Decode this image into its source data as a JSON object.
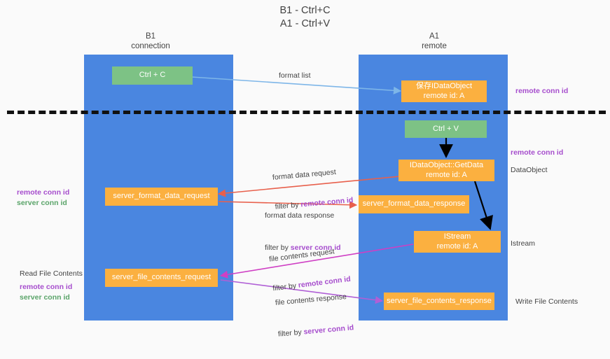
{
  "title": "B1 - Ctrl+C\nA1 - Ctrl+V",
  "columns": {
    "left": "B1\nconnection",
    "right": "A1\nremote"
  },
  "colors": {
    "lane": "#4a86e0",
    "green_node": "#7dc285",
    "orange_node": "#fbb040",
    "purple_text": "#a64dcd",
    "green_text": "#5aa469",
    "arrow_blue": "#7eb6e8",
    "arrow_red": "#e8604c",
    "arrow_magenta": "#cf3fc4",
    "arrow_purple": "#b05fd6",
    "arrow_black": "#000000",
    "divider": "#111111"
  },
  "nodes": {
    "ctrl_c": "Ctrl + C",
    "save_dataobject": "保存IDataObject\nremote id: A",
    "ctrl_v": "Ctrl + V",
    "getdata": "IDataObject::GetData\nremote id: A",
    "server_format_data_request": "server_format_data_request",
    "server_format_data_response": "server_format_data_response",
    "istream": "IStream\nremote id: A",
    "server_file_contents_request": "server_file_contents_request",
    "server_file_contents_response": "server_file_contents_response"
  },
  "arrow_labels": {
    "format_list": "format list",
    "format_data_request": "format data request",
    "format_data_request_filter_prefix": "filter by ",
    "format_data_request_filter_key": "remote conn id",
    "format_data_response": "format data response",
    "format_data_response_filter_prefix": "filter by ",
    "format_data_response_filter_key": "server conn id",
    "file_contents_request": "file contents request",
    "file_contents_request_filter_prefix": "filter by ",
    "file_contents_request_filter_key": "remote conn id",
    "file_contents_response": "file contents response",
    "file_contents_response_filter_prefix": "filter by ",
    "file_contents_response_filter_key": "server conn id"
  },
  "side_labels": {
    "right_remote_conn_id_top": "remote conn id",
    "right_remote_conn_id_mid": "remote conn id",
    "right_dataobject": "DataObject",
    "right_istream": "Istream",
    "right_write_file_contents": "Write File Contents",
    "left_remote_conn_id_mid": "remote conn id",
    "left_server_conn_id_mid": "server conn id",
    "left_read_file_contents": "Read File Contents",
    "left_remote_conn_id_bottom": "remote conn id",
    "left_server_conn_id_bottom": "server conn id"
  }
}
